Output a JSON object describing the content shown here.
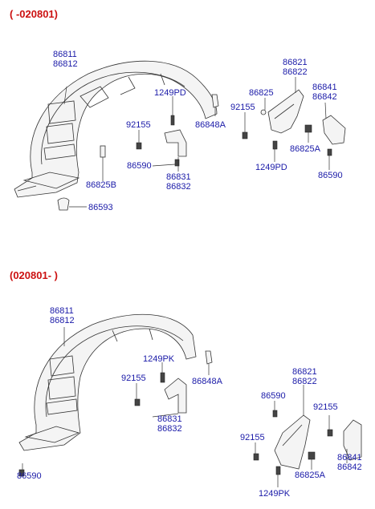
{
  "sections": [
    {
      "title": "( -020801)",
      "labels": {
        "fender_liner": [
          "86811",
          "86812"
        ],
        "bracket_a": "1249PD",
        "bolt_a": "92155",
        "clip_a": "86848A",
        "washer_a": "86590",
        "bracket_main": [
          "86831",
          "86832"
        ],
        "clip_b": "86825B",
        "grommet": "86593",
        "rear_liner": [
          "86821",
          "86822"
        ],
        "screw_b": "86825",
        "bolt_b": "92155",
        "clip_c": "86825A",
        "bolt_c": "1249PD",
        "flap": [
          "86841",
          "86842"
        ],
        "washer_b": "86590"
      }
    },
    {
      "title": "(020801- )",
      "labels": {
        "fender_liner": [
          "86811",
          "86812"
        ],
        "bracket_a": "1249PK",
        "bolt_a": "92155",
        "clip_a": "86848A",
        "bracket_main": [
          "86831",
          "86832"
        ],
        "washer_a": "86590",
        "rear_liner": [
          "86821",
          "86822"
        ],
        "washer_c": "86590",
        "bolt_b": "92155",
        "bolt_d": "92155",
        "flap": [
          "86841",
          "86842"
        ],
        "clip_c": "86825A",
        "bolt_c": "1249PK"
      }
    }
  ],
  "colors": {
    "title": "#cc1111",
    "label": "#1a1aa8",
    "line": "#333333"
  }
}
